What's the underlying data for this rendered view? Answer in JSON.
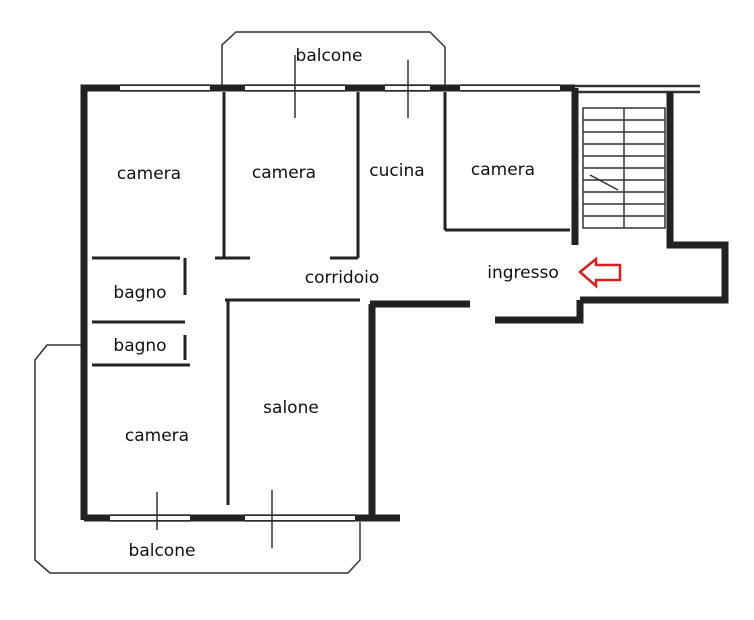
{
  "plan": {
    "rooms": {
      "camera_1": "camera",
      "camera_2": "camera",
      "cucina": "cucina",
      "camera_3": "camera",
      "corridoio": "corridoio",
      "ingresso": "ingresso",
      "bagno_1": "bagno",
      "bagno_2": "bagno",
      "camera_4": "camera",
      "salone": "salone",
      "balcone_top": "balcone",
      "balcone_bottom": "balcone"
    },
    "colors": {
      "wall": "#222222",
      "entrance_arrow": "#d62020"
    }
  }
}
